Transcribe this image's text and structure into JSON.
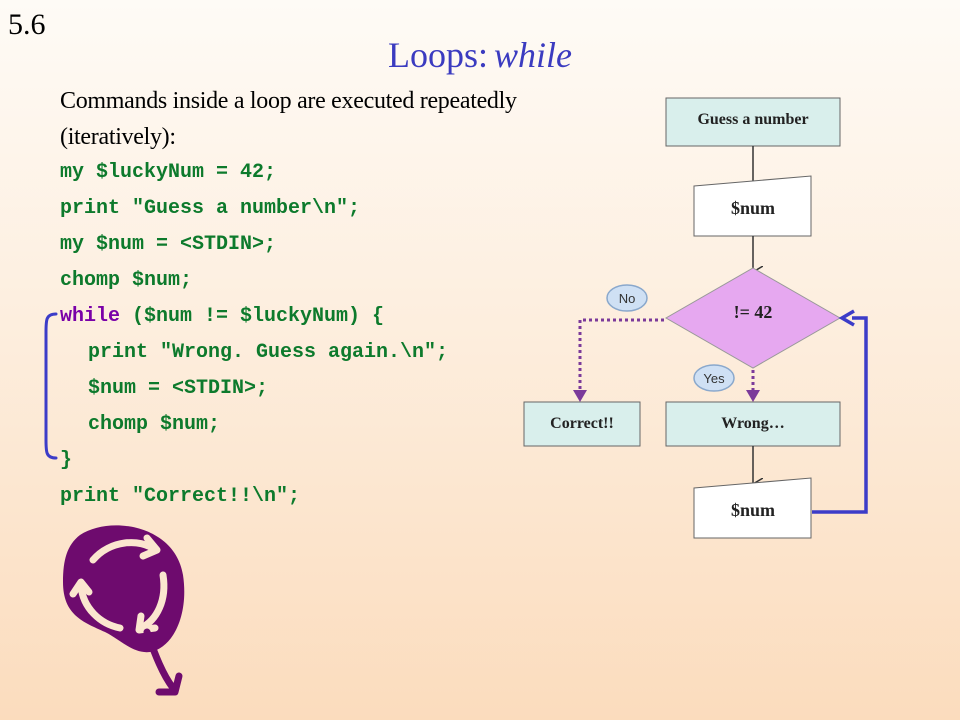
{
  "slide_number": "5.6",
  "title": {
    "main": "Loops:",
    "keyword": "while"
  },
  "intro": "Commands inside a loop are executed repeatedly (iteratively):",
  "code": {
    "l1": "my $luckyNum = 42;",
    "l2": "print \"Guess a number\\n\";",
    "l3_a": "my $num = ",
    "l3_b": "<STDIN>",
    "l3_c": ";",
    "l4": "chomp $num;",
    "l5_kw": "while",
    "l5_rest": " ($num != $luckyNum) {",
    "l6": "print \"Wrong. Guess again.\\n\";",
    "l7_a": "$num = ",
    "l7_b": "<STDIN>",
    "l7_c": ";",
    "l8": "chomp $num;",
    "l9": "}",
    "l10": "print \"Correct!!\\n\";"
  },
  "flowchart": {
    "start": "Guess a number",
    "input1": "$num",
    "decision": "!= 42",
    "no_label": "No",
    "yes_label": "Yes",
    "correct": "Correct!!",
    "wrong": "Wrong…",
    "input2": "$num"
  },
  "colors": {
    "title": "#3b3bc0",
    "code": "#0d7a2c",
    "keyword": "#7a00a8",
    "decision_fill": "#e6a8f0",
    "box_fill": "#d9efec",
    "loop_arrow": "#3c3cc8",
    "branch_arrow": "#7b3a9a",
    "icon": "#6e0b6e"
  }
}
